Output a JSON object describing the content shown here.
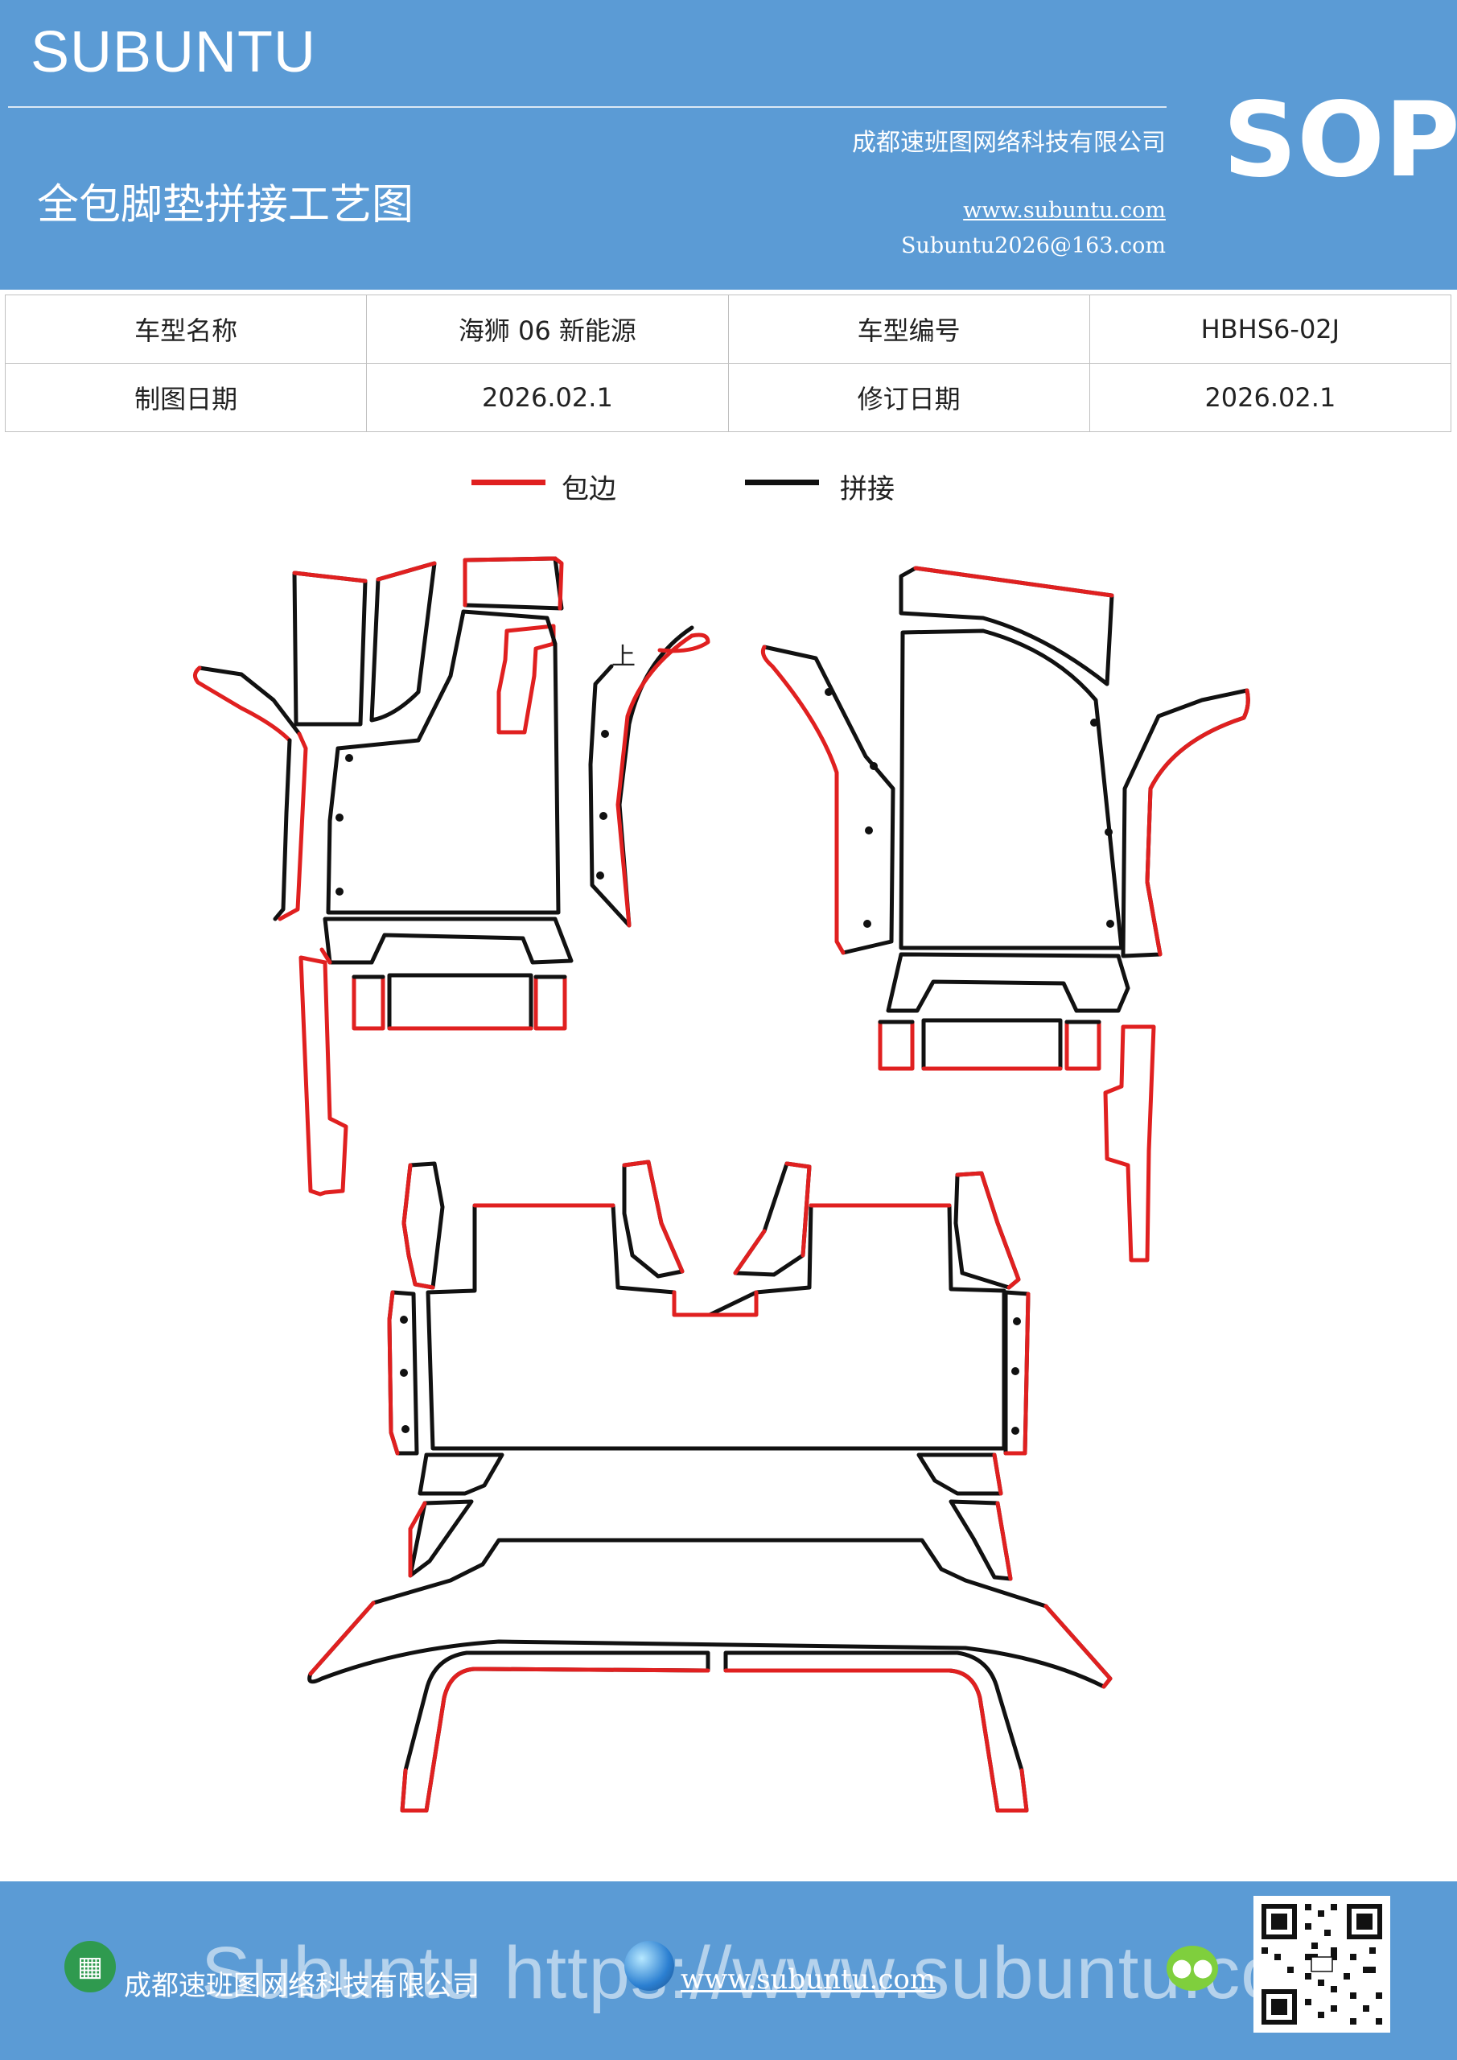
{
  "header": {
    "brand": "SUBUNTU",
    "doc_type": "SOP",
    "title": "全包脚垫拼接工艺图",
    "company": "成都速班图网络科技有限公司",
    "website": "www.subuntu.com",
    "email": "Subuntu2026@163.com"
  },
  "info_table": {
    "model_name_label": "车型名称",
    "model_name": "海狮 06 新能源",
    "model_code_label": "车型编号",
    "model_code": "HBHS6-02J",
    "draw_date_label": "制图日期",
    "draw_date": "2026.02.1",
    "revise_date_label": "修订日期",
    "revise_date": "2026.02.1"
  },
  "legend": {
    "edge_label": "包边",
    "splice_label": "拼接"
  },
  "diagram": {
    "up_marker": "上",
    "colors": {
      "edge": "#e02020",
      "splice": "#111111"
    }
  },
  "footer": {
    "company": "成都速班图网络科技有限公司",
    "watermark": "Subuntu https://www.subuntu.com",
    "website": "www.subuntu.com"
  },
  "icons": [
    "building-icon",
    "globe-icon",
    "wechat-icon",
    "qr-code"
  ],
  "colors": {
    "header_bg": "#5b9bd5",
    "edge_red": "#e02020",
    "splice_black": "#111111"
  }
}
